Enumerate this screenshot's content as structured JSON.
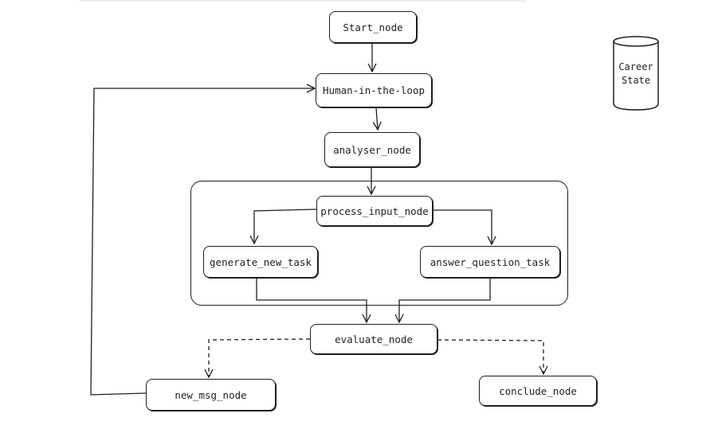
{
  "nodes": {
    "start": "Start_node",
    "human": "Human-in-the-loop",
    "analyser": "analyser_node",
    "process_input": "process_input_node",
    "generate_task": "generate_new_task",
    "answer_question": "answer_question_task",
    "evaluate": "evaluate_node",
    "new_msg": "new_msg_node",
    "conclude": "conclude_node"
  },
  "state_store": {
    "label": "Career\nState"
  },
  "colors": {
    "stroke": "#1e1e1e",
    "background": "#ffffff"
  }
}
